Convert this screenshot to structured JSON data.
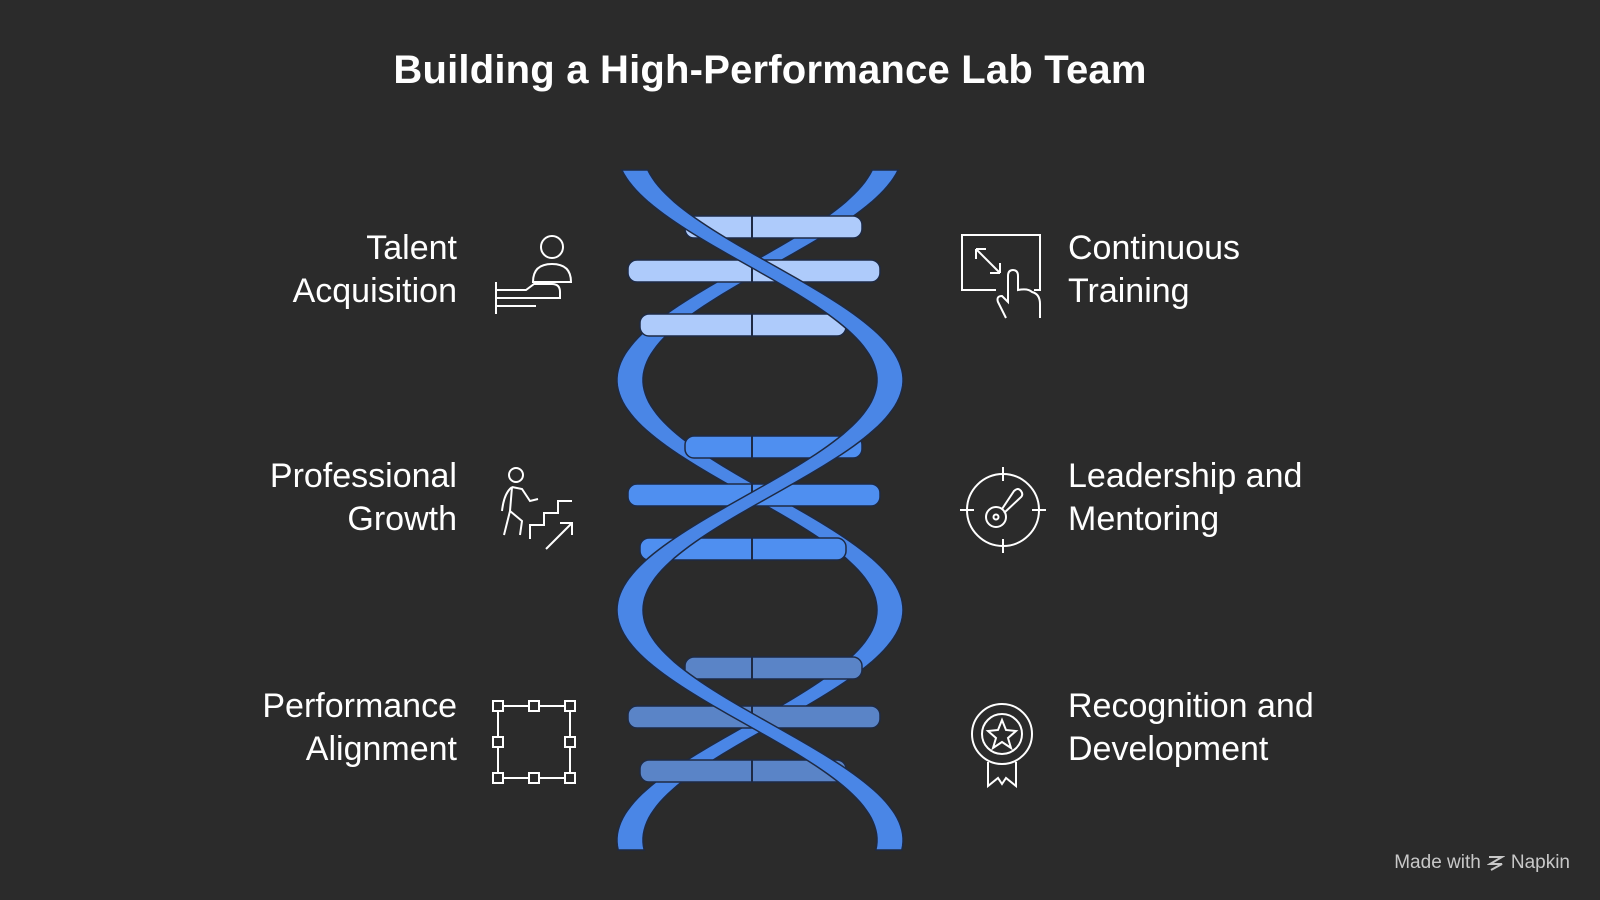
{
  "title": "Building a High-Performance Lab Team",
  "items": [
    {
      "label": "Talent\nAcquisition",
      "icon": "talent-acquisition-icon"
    },
    {
      "label": "Continuous\nTraining",
      "icon": "continuous-training-icon"
    },
    {
      "label": "Professional\nGrowth",
      "icon": "professional-growth-icon"
    },
    {
      "label": "Leadership and\nMentoring",
      "icon": "leadership-mentoring-icon"
    },
    {
      "label": "Performance\nAlignment",
      "icon": "performance-alignment-icon"
    },
    {
      "label": "Recognition and\nDevelopment",
      "icon": "recognition-development-icon"
    }
  ],
  "footer": {
    "prefix": "Made with",
    "brand": "Napkin"
  },
  "colors": {
    "background": "#2b2b2b",
    "helix": "#4a86e6",
    "rung_top": "#aecbfb",
    "rung_middle": "#4f8ff0",
    "rung_bottom": "#5a84c7"
  }
}
